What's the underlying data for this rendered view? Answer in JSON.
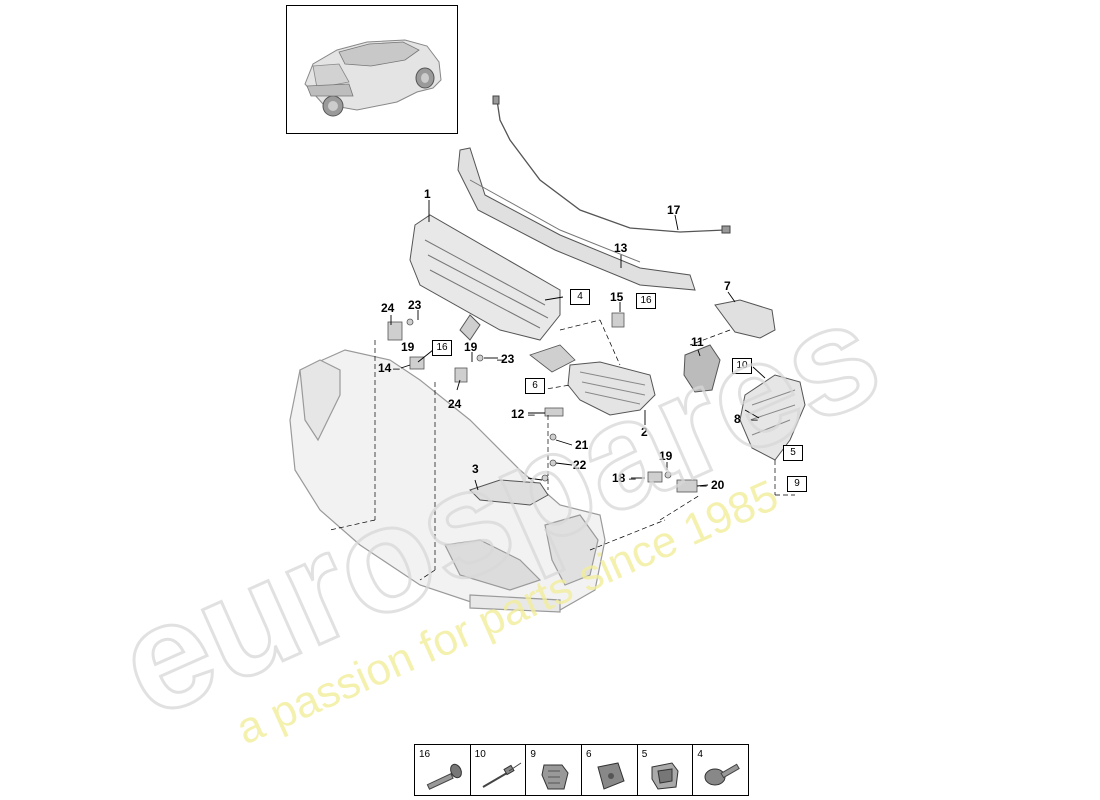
{
  "watermark": {
    "brand": "eurospares",
    "tagline": "a passion for parts since 1985"
  },
  "callouts": [
    "1",
    "2",
    "3",
    "7",
    "8",
    "11",
    "12",
    "13",
    "14",
    "15",
    "17",
    "18",
    "19",
    "19",
    "19",
    "20",
    "21",
    "22",
    "23",
    "23",
    "24",
    "24"
  ],
  "boxed_callouts": [
    "4",
    "6",
    "16",
    "16",
    "10",
    "5",
    "9"
  ],
  "legend": {
    "items": [
      {
        "num": "16",
        "icon": "bolt-icon"
      },
      {
        "num": "10",
        "icon": "rivet-icon"
      },
      {
        "num": "9",
        "icon": "clip-icon"
      },
      {
        "num": "6",
        "icon": "nut-plate-icon"
      },
      {
        "num": "5",
        "icon": "spring-clip-icon"
      },
      {
        "num": "4",
        "icon": "flange-screw-icon"
      }
    ]
  }
}
